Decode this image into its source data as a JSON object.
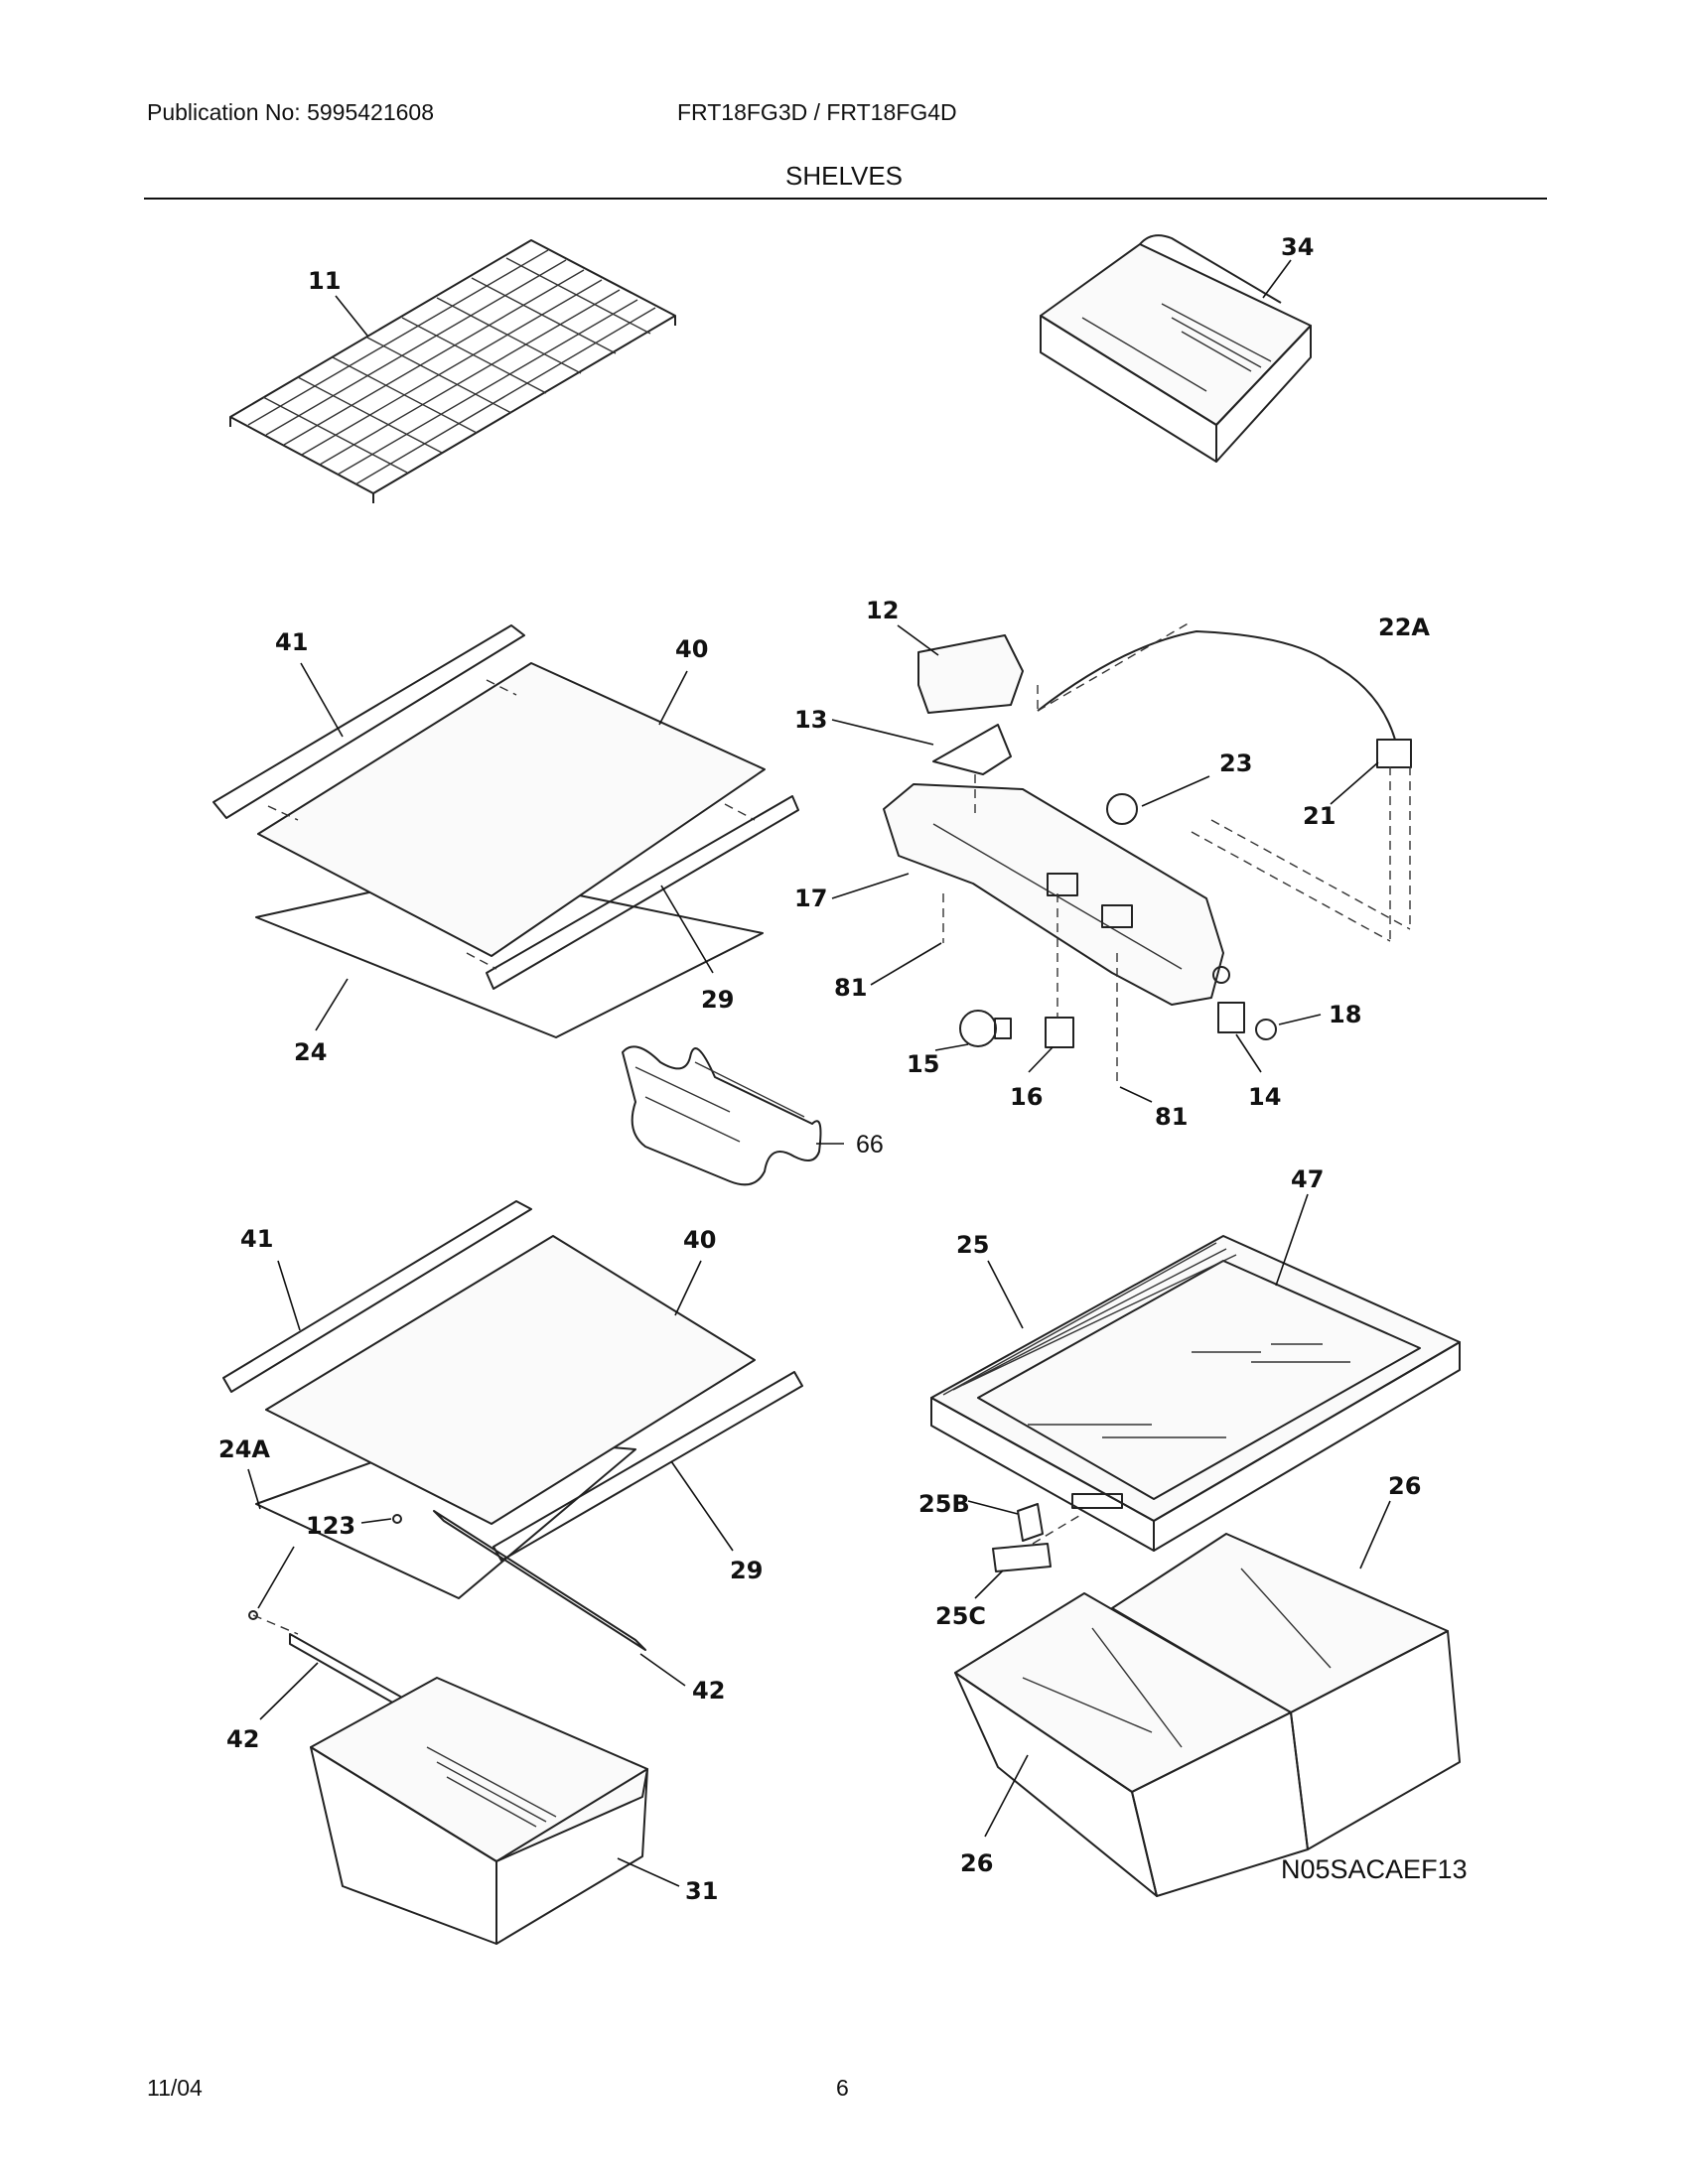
{
  "header": {
    "publication": "Publication No: 5995421608",
    "models": "FRT18FG3D / FRT18FG4D",
    "section_title": "SHELVES"
  },
  "callouts": {
    "p11": "11",
    "p34": "34",
    "p41a": "41",
    "p40a": "40",
    "p29a": "29",
    "p24": "24",
    "p12": "12",
    "p22A": "22A",
    "p13": "13",
    "p23": "23",
    "p21": "21",
    "p17": "17",
    "p81a": "81",
    "p18": "18",
    "p15": "15",
    "p16": "16",
    "p81b": "81",
    "p14": "14",
    "p66": "66",
    "p41b": "41",
    "p40b": "40",
    "p24A": "24A",
    "p123": "123",
    "p29b": "29",
    "p42a": "42",
    "p42b": "42",
    "p31": "31",
    "p47": "47",
    "p25": "25",
    "p25B": "25B",
    "p25C": "25C",
    "p26a": "26",
    "p26b": "26"
  },
  "diagram_code": "N05SACAEF13",
  "footer": {
    "date": "11/04",
    "page": "6"
  }
}
